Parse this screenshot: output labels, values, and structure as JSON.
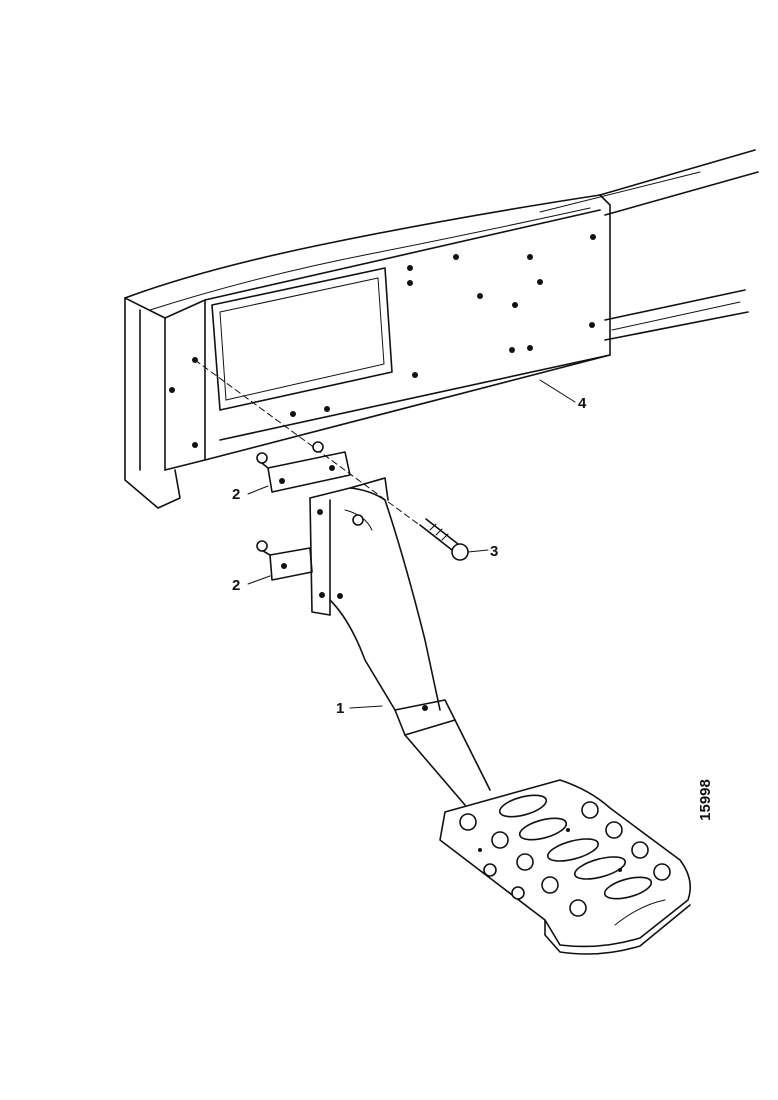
{
  "callouts": [
    {
      "id": "1",
      "label": "1"
    },
    {
      "id": "2a",
      "label": "2"
    },
    {
      "id": "2b",
      "label": "2"
    },
    {
      "id": "3",
      "label": "3"
    },
    {
      "id": "4",
      "label": "4"
    }
  ],
  "reference_number": "15998"
}
